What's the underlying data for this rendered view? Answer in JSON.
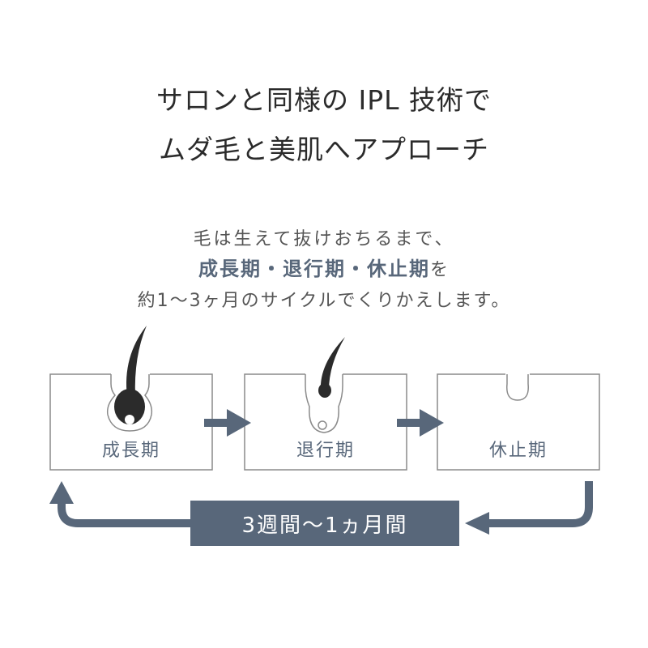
{
  "headline": {
    "line1": "サロンと同様の IPL 技術で",
    "line2": "ムダ毛と美肌へアプローチ"
  },
  "intro": {
    "line1": "毛は生えて抜けおちるまで、",
    "line2_emphasis": "成長期・退行期・休止期",
    "line2_suffix": "を",
    "line3": "約1～3ヶ月のサイクルでくりかえします。"
  },
  "stages": [
    {
      "label": "成長期"
    },
    {
      "label": "退行期"
    },
    {
      "label": "休止期"
    }
  ],
  "cycle": {
    "duration_label": "3週間～1ヵ月間"
  },
  "colors": {
    "accent": "#58677a",
    "text": "#555555",
    "box_border": "#8a8a8a",
    "hair": "#2b2b2b"
  }
}
